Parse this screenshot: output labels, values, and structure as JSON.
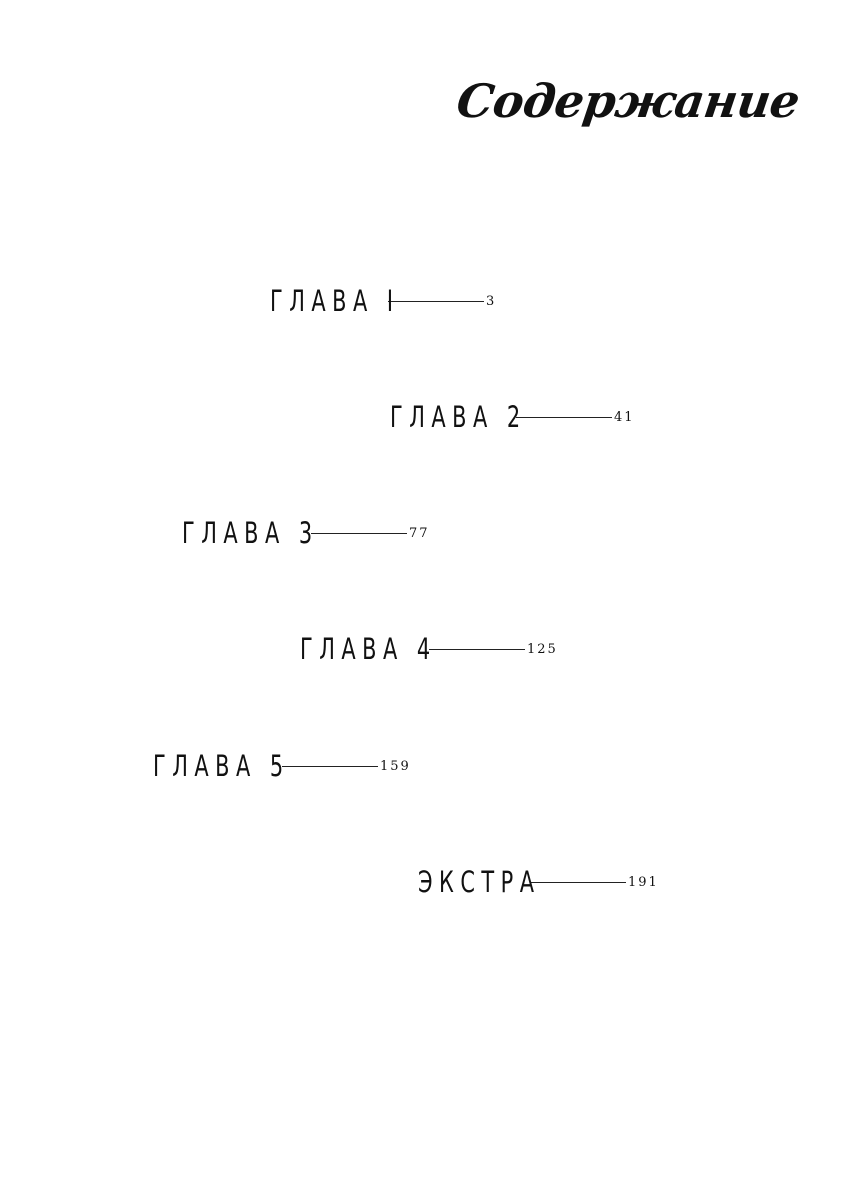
{
  "title": "Содержание",
  "toc": [
    {
      "label": "ГЛАВА I",
      "page": "3"
    },
    {
      "label": "ГЛАВА 2",
      "page": "41"
    },
    {
      "label": "ГЛАВА 3",
      "page": "77"
    },
    {
      "label": "ГЛАВА 4",
      "page": "125"
    },
    {
      "label": "ГЛАВА 5",
      "page": "159"
    },
    {
      "label": "ЭКСТРА",
      "page": "191"
    }
  ]
}
